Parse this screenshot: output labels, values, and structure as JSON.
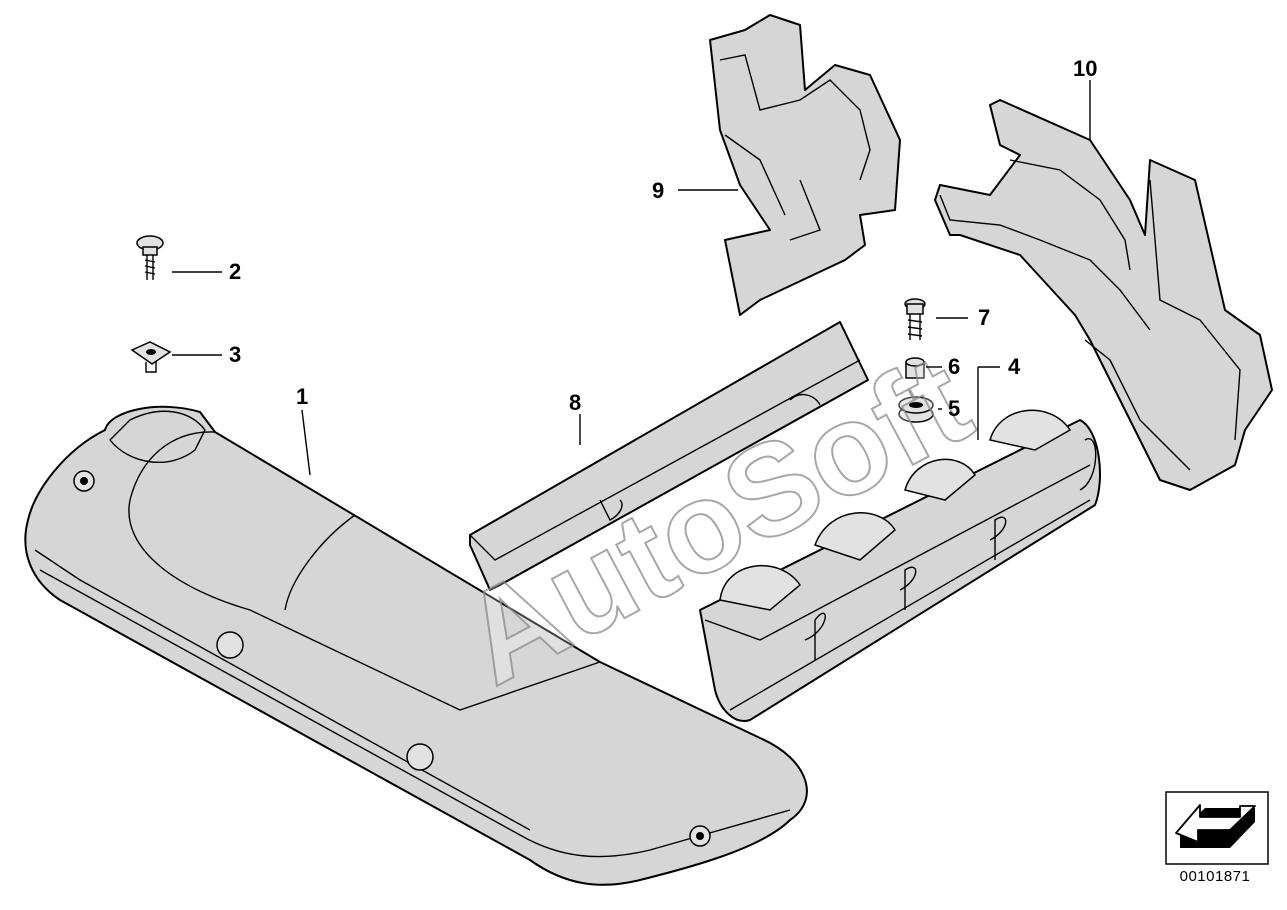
{
  "callouts": [
    {
      "id": "1",
      "text": "1"
    },
    {
      "id": "2",
      "text": "2"
    },
    {
      "id": "3",
      "text": "3"
    },
    {
      "id": "4",
      "text": "4"
    },
    {
      "id": "5",
      "text": "5"
    },
    {
      "id": "6",
      "text": "6"
    },
    {
      "id": "7",
      "text": "7"
    },
    {
      "id": "8",
      "text": "8"
    },
    {
      "id": "9",
      "text": "9"
    },
    {
      "id": "10",
      "text": "10"
    }
  ],
  "watermark": "AutoSoft",
  "diagram_id": "00101871",
  "icons": {
    "orientation": "arrow-orientation-icon"
  }
}
